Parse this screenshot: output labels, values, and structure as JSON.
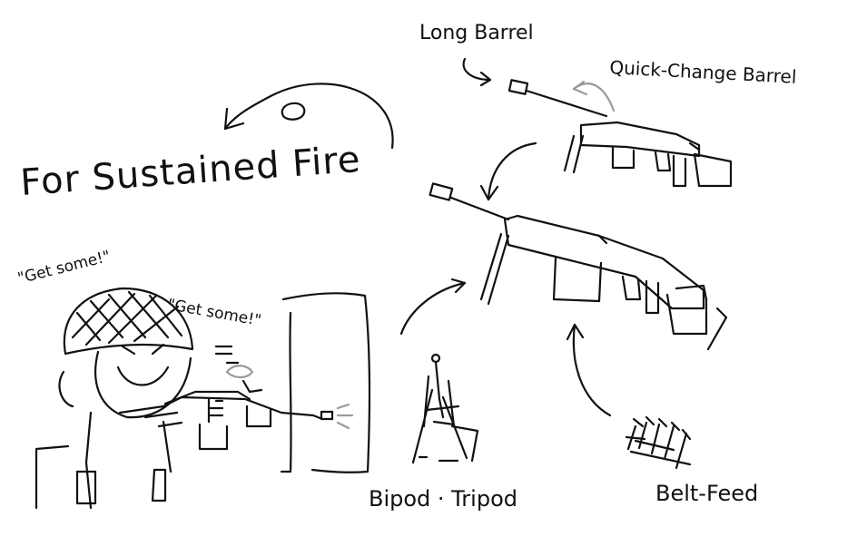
{
  "title": "For Sustained Fire",
  "labels": {
    "long_barrel": "Long Barrel",
    "quick_change_barrel": "Quick-Change Barrel",
    "bipod_tripod": "Bipod · Tripod",
    "belt_feed": "Belt-Feed"
  },
  "speech": {
    "shout_1": "\"Get some!\"",
    "shout_2": "\"Get some!\""
  },
  "colors": {
    "ink": "#111111",
    "pencil_grey": "#9a9a9a",
    "paper": "#ffffff"
  }
}
